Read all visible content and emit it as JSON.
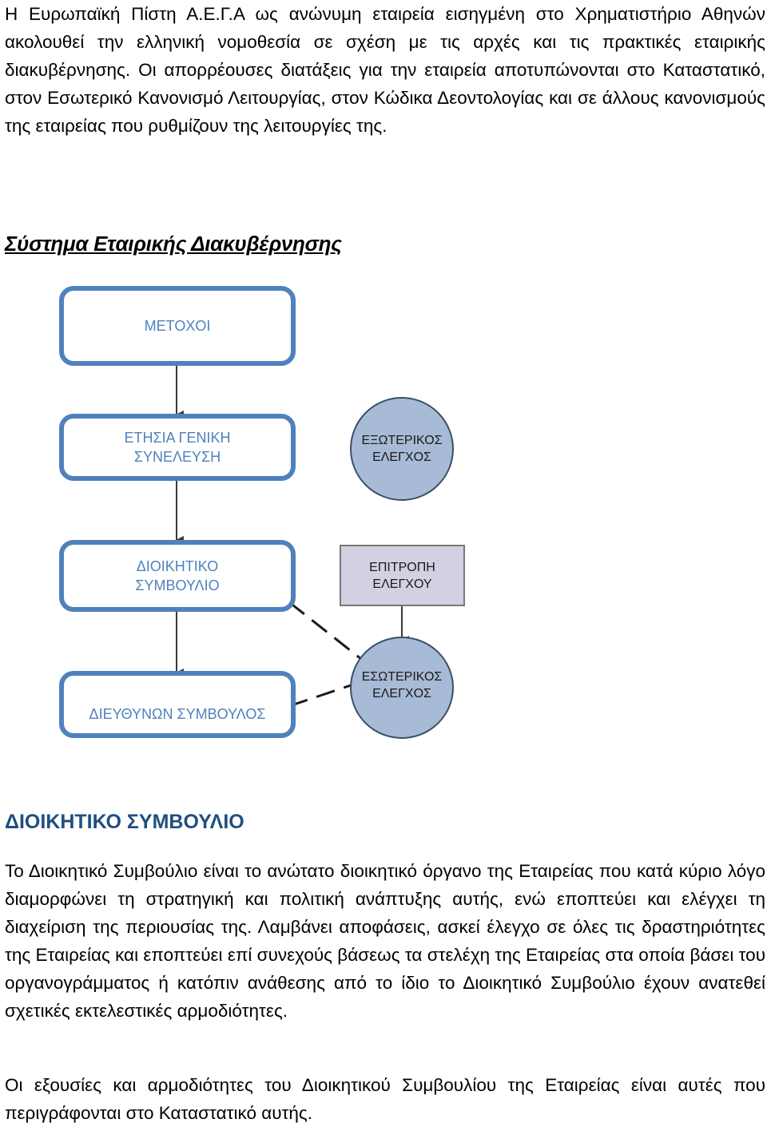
{
  "intro": {
    "text": "Η Ευρωπαϊκή Πίστη Α.Ε.Γ.Α ως ανώνυμη εταιρεία εισηγμένη στο Χρηματιστήριο Αθηνών ακολουθεί την ελληνική νομοθεσία σε σχέση με τις αρχές και τις πρακτικές εταιρικής διακυβέρνησης. Οι απορρέουσες διατάξεις για την εταιρεία αποτυπώνονται στο Καταστατικό, στον Εσωτερικό Κανονισμό Λειτουργίας, στον Κώδικα Δεοντολογίας και σε άλλους κανονισμούς της εταιρείας που ρυθμίζουν της λειτουργίες της."
  },
  "diagram": {
    "title": "Σύστημα Εταιρικής Διακυβέρνησης",
    "boxes": {
      "shareholders": "ΜΕΤΟΧΟΙ",
      "general_meeting": "ΕΤΗΣΙΑ ΓΕΝΙΚΗ\nΣΥΝΕΛΕΥΣΗ",
      "board": "ΔΙΟΙΚΗΤΙΚΟ\nΣΥΜΒΟΥΛΙΟ",
      "ceo": "ΔΙΕΥΘΥΝΩΝ ΣΥΜΒΟΥΛΟΣ",
      "external_audit": "ΕΞΩΤΕΡΙΚΟΣ\nΕΛΕΓΧΟΣ",
      "audit_committee": "ΕΠΙΤΡΟΠΗ\nΕΛΕΓΧΟΥ",
      "internal_audit": "ΕΣΩΤΕΡΙΚΟΣ\nΕΛΕΓΧΟΣ"
    },
    "colors": {
      "box_border": "#4f81bd",
      "circle_fill": "#a7bad6",
      "committee_fill": "#d5cfe3"
    }
  },
  "board_section": {
    "title": "ΔΙΟΙΚΗΤΙΚΟ ΣΥΜΒΟΥΛΙΟ",
    "paragraph1": "Το Διοικητικό Συμβούλιο είναι το ανώτατο διοικητικό όργανο της Εταιρείας που κατά κύριο λόγο διαμορφώνει τη στρατηγική και πολιτική ανάπτυξης αυτής, ενώ εποπτεύει και ελέγχει τη διαχείριση της περιουσίας της. Λαμβάνει αποφάσεις, ασκεί έλεγχο σε όλες τις δραστηριότητες της Εταιρείας και εποπτεύει επί συνεχούς βάσεως τα στελέχη της Εταιρείας στα οποία βάσει του οργανογράμματος ή κατόπιν ανάθεσης από το ίδιο το Διοικητικό Συμβούλιο έχουν ανατεθεί σχετικές εκτελεστικές αρμοδιότητες.",
    "paragraph2": "Οι εξουσίες και αρμοδιότητες του Διοικητικού Συμβουλίου της Εταιρείας είναι αυτές που περιγράφονται στο Καταστατικό αυτής."
  }
}
